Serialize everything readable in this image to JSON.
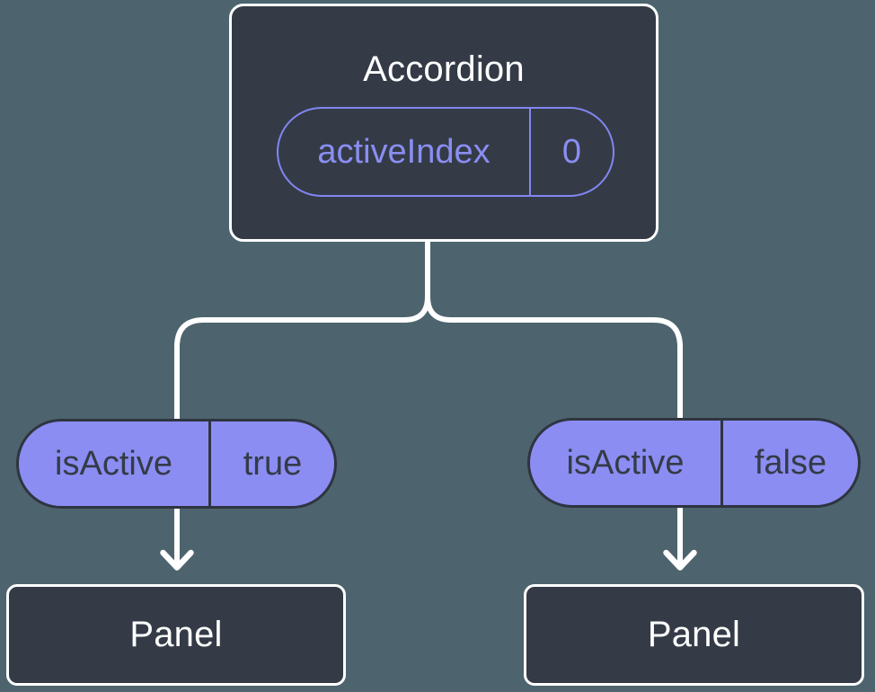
{
  "colors": {
    "background": "#4D646E",
    "node_fill": "#343B47",
    "node_border": "#FFFFFF",
    "pill_fill": "#8B8DF2",
    "pill_outline": "#8286EF",
    "pill_dark_border": "#2E3540",
    "connector": "#FFFFFF",
    "text_light": "#FFFFFF",
    "text_dark": "#343B47",
    "text_purple": "#8A8EF2"
  },
  "tree": {
    "root": {
      "title": "Accordion",
      "state": {
        "name": "activeIndex",
        "value": "0"
      }
    },
    "branches": [
      {
        "prop": {
          "name": "isActive",
          "value": "true"
        },
        "child": {
          "title": "Panel"
        }
      },
      {
        "prop": {
          "name": "isActive",
          "value": "false"
        },
        "child": {
          "title": "Panel"
        }
      }
    ]
  }
}
